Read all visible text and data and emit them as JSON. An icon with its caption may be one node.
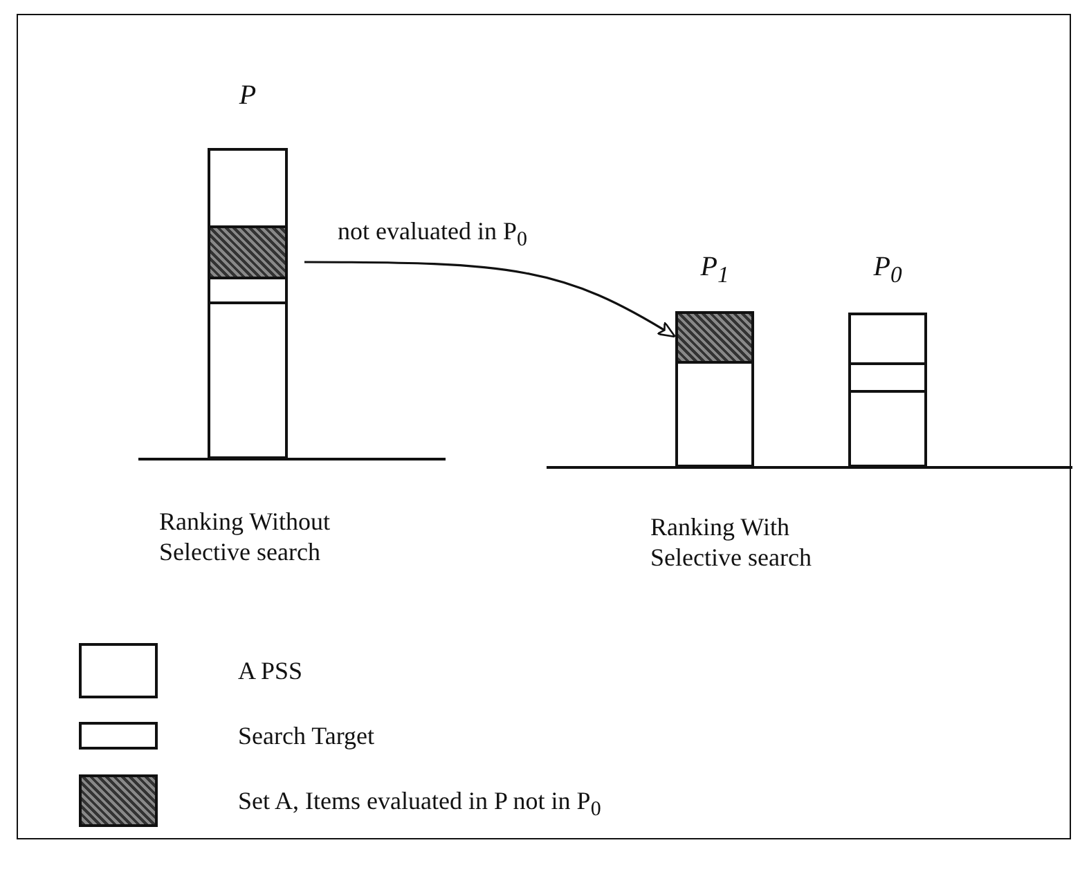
{
  "diagram": {
    "nodes": [
      {
        "text": [
          "P"
        ]
      },
      {
        "text": [],
        "shape": "box",
        "in": 0
      },
      {
        "text": [],
        "shape": "bar",
        "in": 0
      },
      {
        "text": [
          "P$_{1}$"
        ]
      },
      {
        "text": [],
        "shape": "box",
        "in": 3
      },
      {
        "text": [
          "P$_{0}$"
        ]
      },
      {
        "text": [],
        "shape": "bar",
        "in": 5
      }
    ],
    "edges": [
      {
        "from": 1,
        "to": 4,
        "arrow": "to",
        "label": "not evaluated in P$_{0}$"
      }
    ],
    "labels": [
      "Ranking Without Selective search",
      "Ranking With Selective search"
    ],
    "legend": [
      {
        "text": "A PSS"
      },
      {
        "text": "Search Target"
      },
      {
        "text": "Set A, Items evaluated in P not in P$_{0}$"
      }
    ]
  }
}
